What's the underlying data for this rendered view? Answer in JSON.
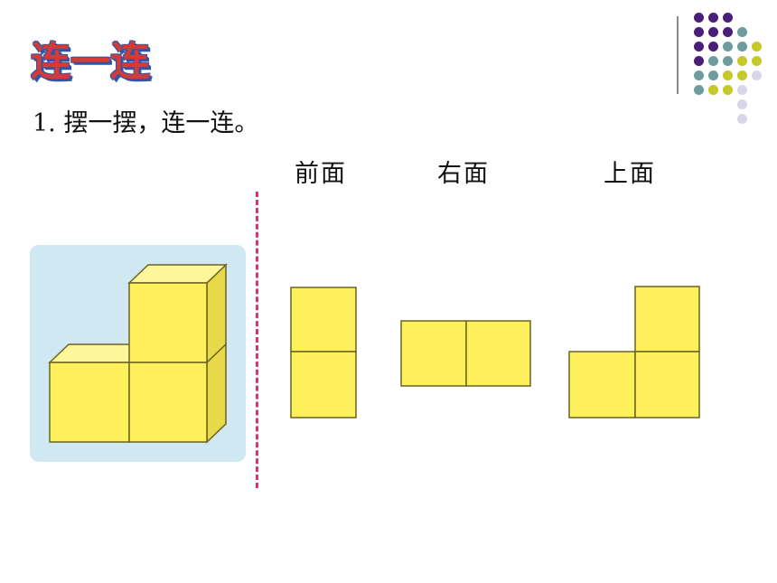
{
  "header": {
    "title": "连一连",
    "instruction": "1. 摆一摆，连一连。"
  },
  "views": {
    "front": "前面",
    "right": "右面",
    "top": "上面"
  },
  "decoration": {
    "dot_colors": {
      "purple": "#4b1d78",
      "teal": "#6f9c9c",
      "olive": "#c6c92a",
      "lavender": "#d9d6e8"
    }
  },
  "colors": {
    "cube_face": "#fdf05a",
    "cube_side": "#e7d94a",
    "panel_bg": "#cfe8f1",
    "divider": "#e0336c",
    "title_red": "#d63a36",
    "title_outline": "#2f56a6"
  }
}
